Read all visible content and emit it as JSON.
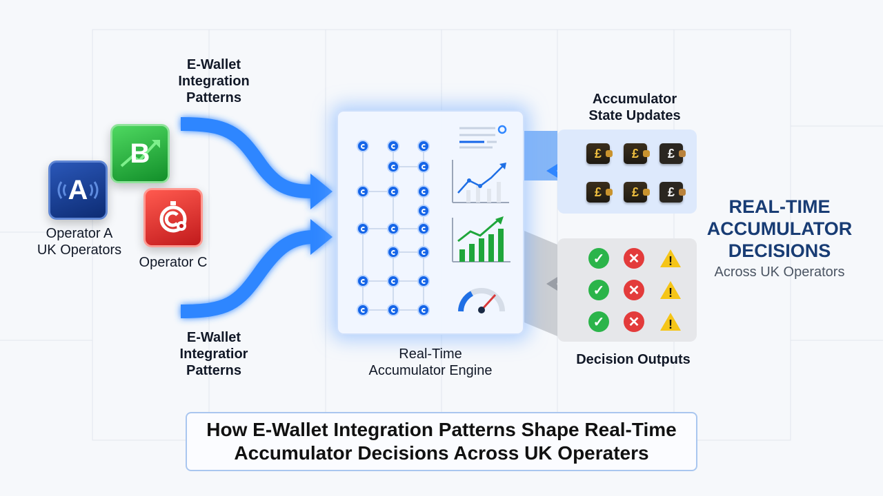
{
  "operators": {
    "a": {
      "icon_letter": "A",
      "label_line1": "Operator A",
      "label_line2": "UK Operators"
    },
    "b": {
      "icon_letter": "B"
    },
    "c": {
      "label": "Operator C"
    }
  },
  "inputs": {
    "top": [
      "E-Wallet",
      "Integration",
      "Patterns"
    ],
    "bottom": [
      "E-Wallet",
      "Integratior",
      "Patterns"
    ]
  },
  "engine": {
    "label_line1": "Real-Time",
    "label_line2": "Accumulator Engine"
  },
  "state_updates": {
    "title_line1": "Accumulator",
    "title_line2": "State Updates",
    "wallet_symbol": "£"
  },
  "decisions": {
    "title": "Decision Outputs",
    "ok": "✓",
    "no": "✕",
    "warn": "!"
  },
  "headline": {
    "line1": "REAL-TIME",
    "line2": "ACCUMULATOR",
    "line3": "DECISIONS",
    "sub": "Across UK Operators"
  },
  "main_title": {
    "line1": "How E-Wallet Integration Patterns Shape Real-Time",
    "line2": "Accumulator Decisions Across UK Operaters"
  },
  "colors": {
    "flow_blue": "#2f86ff",
    "headline": "#183c74",
    "ok": "#2bb44a",
    "no": "#e33b3b",
    "warn": "#f5c518"
  }
}
